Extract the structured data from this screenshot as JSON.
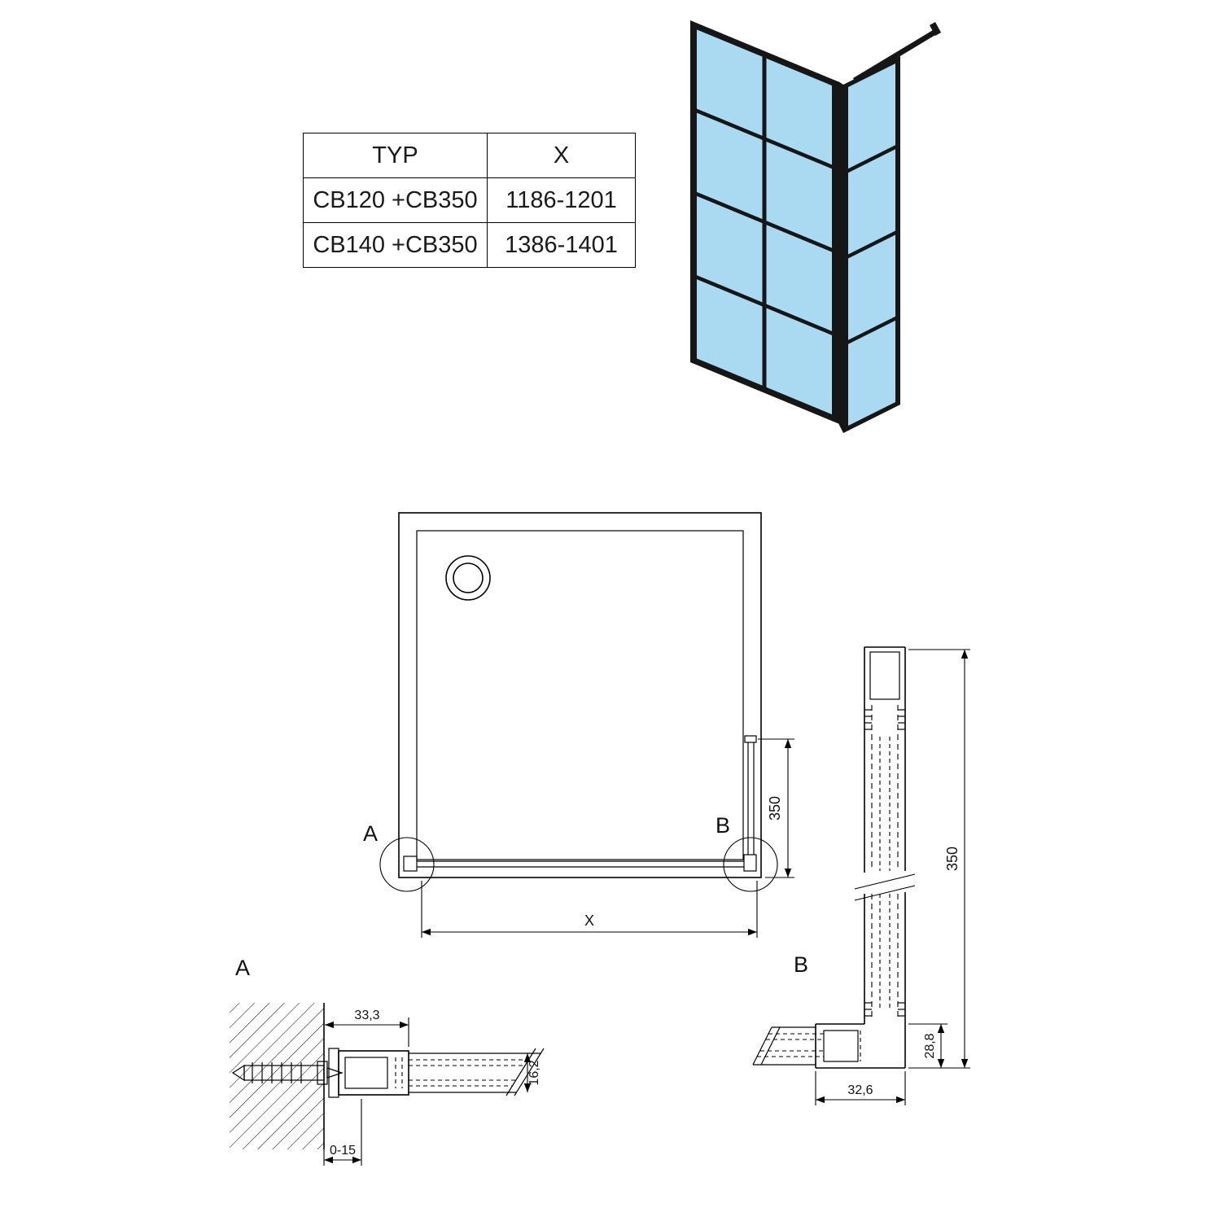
{
  "title": "walk-in shower screen technical drawing",
  "colors": {
    "glass": "#a9daf2",
    "frame": "#161616",
    "line": "#000000"
  },
  "table": {
    "header": {
      "typ": "TYP",
      "x": "X"
    },
    "rows": [
      {
        "typ": "CB120 +CB350",
        "x": "1186-1201"
      },
      {
        "typ": "CB140 +CB350",
        "x": "1386-1401"
      }
    ]
  },
  "plan": {
    "label_a": "A",
    "label_b": "B",
    "dim_return": "350",
    "dim_width": "X"
  },
  "section_b": {
    "label": "B",
    "dim_height": "350",
    "dim_foot_height": "28,8",
    "dim_foot_width": "32,6"
  },
  "detail_a": {
    "label": "A",
    "dim_profile": "33,3",
    "dim_thickness": "16,2",
    "dim_adjust": "0-15"
  }
}
